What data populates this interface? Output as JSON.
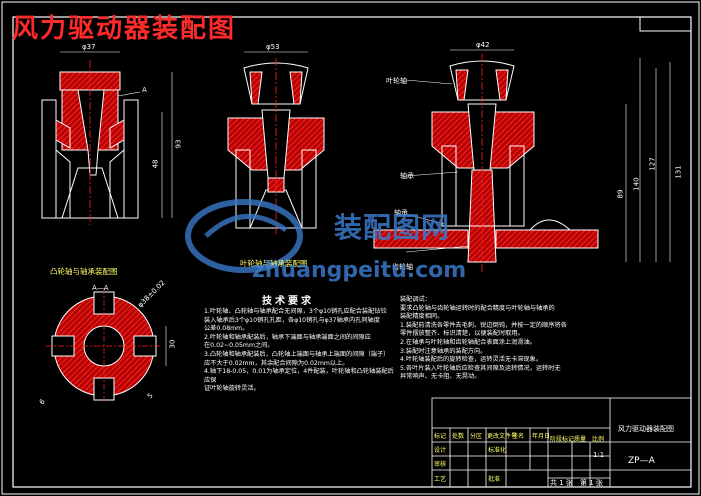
{
  "drawing": {
    "title": "风力驱动器装配图",
    "dims": {
      "d37": "φ37",
      "d53": "φ53",
      "d42": "φ42",
      "v93": "93",
      "v48": "48",
      "v89": "89",
      "v127": "127",
      "v140": "140",
      "v131": "131",
      "a_mark": "A",
      "keyway": "φ38±0.02",
      "width": "30",
      "depth": "5",
      "notch": "6"
    },
    "labels": {
      "view1_caption": "凸轮轴与轴承装配图",
      "view2_caption": "叶轮轴与轴承装配图",
      "section": "A—A",
      "part_a": "叶轮轴",
      "part_b": "轴承",
      "part_c": "轴承",
      "part_d": "齿轮轴"
    },
    "notes": {
      "title": "技术要求",
      "lines": [
        "1.叶轮轴、凸轮轴与轴承配合无间隙，3个φ10销孔应配合装配钻铰",
        "装入轴承后3个φ10销孔孔距，各φ10销孔与φ37轴承内孔同轴度",
        "公差0.08mm。",
        "2.叶轮轴和轴承配装后，轴承下端面与轴承端面之间的间隙应",
        "在0.02~0.05mm之间。",
        "3.凸轮轴和轴承配装后，凸轮轴上端面与轴承上端面的间隙（端子）",
        "应不大于0.02mm，其余配合间隙为0.02mm以上。",
        "4.轴下18-0.05，0.01为轴承定位，4件配装，叶轮轴和凸轮轴装配后应保",
        "证叶轮轴旋转灵活。"
      ]
    },
    "notes2": {
      "title": "装配调试：",
      "lines": [
        "要求凸轮轴与齿轮轴运转时的配合精度与叶轮轴与轴承的",
        "装配精度相同。",
        "1.装配前清洗各零件去毛刺、锐边倒钝，并按一定的顺序将各",
        "零件摆放整齐、标识清楚，以便装配时取用。",
        "2.在轴承与叶轮轴和齿轮轴配合表面涂上润滑油。",
        "3.装配时注意轴承的装配方向。",
        "4.叶轮轴装配后的旋转检查，运转灵活无卡滞现象。",
        "5.各叶片装入叶轮轴后应检查其间隙及运转情况，运转时无",
        "异常响声、无卡阻、无晃动。"
      ]
    },
    "titleblock": {
      "name": "风力驱动器装配图",
      "code": "ZP—A",
      "scale_label": "比例",
      "scale": "1:1",
      "sheets": "共 1 张",
      "sheet": "第 1 张",
      "weight_label": "质量",
      "mark_label": "标记",
      "count_label": "处数",
      "zone_label": "分区",
      "doc_label": "更改文件号",
      "sign_label": "签名",
      "date_label": "年月日",
      "design_label": "设计",
      "std_label": "标准化",
      "review_label": "审核",
      "craft_label": "工艺",
      "approve_label": "批准",
      "stage_label": "阶段标记"
    }
  },
  "watermark": {
    "cn": "装配图网",
    "url": "zhuangpeitu.com"
  },
  "colors": {
    "background": "#000000",
    "outline": "#ffffff",
    "section": "#ff2020",
    "centerline": "#ff2020",
    "dimension": "#ffffff",
    "watermark": "#3a78c9"
  }
}
